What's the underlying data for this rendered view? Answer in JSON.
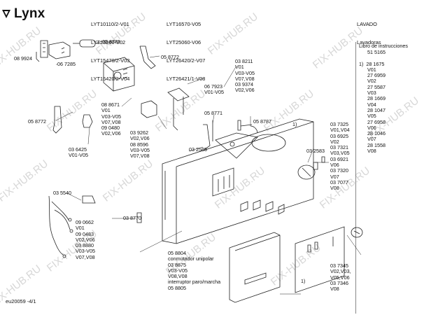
{
  "brand": "Lynx",
  "models_col1": [
    "LYT10110/2-V01",
    "LYT15060-V02",
    "LYT15470/2-V03",
    "LYT16420/2-V04"
  ],
  "models_col2": [
    "LYT16570-V05",
    "LYT25060-V06",
    "LYT26420/2-V07",
    "LYT26421/1-V08"
  ],
  "category": "LAVADO",
  "category_sub": "Lavadoras",
  "side_title": "Libro de instrucciones",
  "side_lines": [
    "51 5165",
    "",
    "1)  28 1675",
    "V01",
    "27 6959",
    "V02",
    "27 5587",
    "V03",
    "28 1669",
    "V04",
    "28 1047",
    "V05",
    "27 6958",
    "V06",
    "28 1046",
    "V07",
    "28 1558",
    "V08"
  ],
  "parts": {
    "p1": "05 8785",
    "p2": "05 8772",
    "p3": "08 9924",
    "p4": "06 7285",
    "p5": "08 8671\nV01\nV03-V05\nV07,V08\n09 0480\nV02,V06",
    "p6": "05 8772",
    "p7": "03 6425\nV01-V05",
    "p8": "03 9262\nV02,V06\n08 8596\nV03-V05\nV07,V08",
    "p9": "06 7923\nV01-V05",
    "p10": "03 8211\nV01\nV03-V05\nV07,V08\n03 9374\nV02,V06",
    "p11": "05 8771",
    "p12": "05 8787",
    "p13": "03 2585",
    "p14": "03 2583",
    "p15": "03 7325\nV01,V04\n03 6925\nV02\n03 7321\nV03,V05\n03 6921\nV06\n03 7320\nV07\n03 7077\nV08",
    "p16": "03 5540",
    "p17": "09 0662\nV01\n09 0483\nV02,V06\n03 8880\nV03-V05\nV07,V08",
    "p18": "03 8770",
    "p19": "05 8804\nconmutador unipolar\n03 8875\nV03-V05\nV08,V08\ninterruptor paro/marcha\n05 8805",
    "p20": "03 7345\nV02,V03,\nV05,V06\n03 7346\nV08",
    "note1a": "1)",
    "note1b": "1)"
  },
  "footer": "eu20059  -4/1",
  "watermark": "FIX-HUB.RU"
}
